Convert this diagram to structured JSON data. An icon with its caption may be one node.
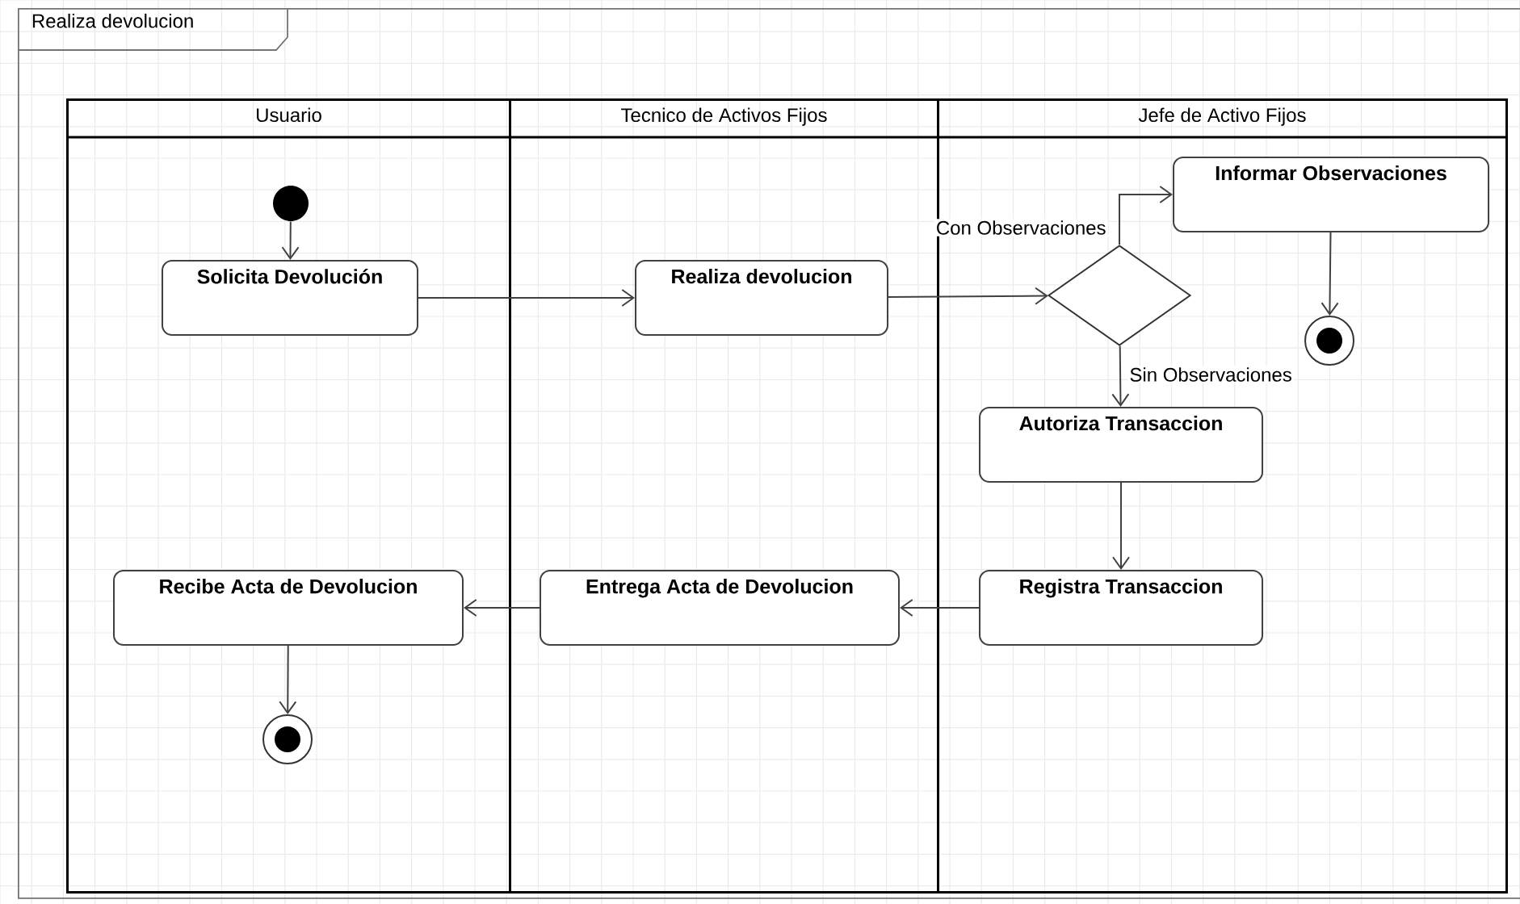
{
  "diagram": {
    "nodes": [
      {
        "text": [
          "Realiza devolucion"
        ]
      },
      {
        "text": [
          "Usuario"
        ],
        "in": 0
      },
      {
        "text": [
          "Tecnico de Activos Fijos"
        ],
        "in": 0
      },
      {
        "text": [
          "Jefe de Activo Fijos"
        ],
        "in": 0
      },
      {
        "text": [],
        "shape": "circle",
        "in": 1
      },
      {
        "text": [
          "Solicita Devolución"
        ],
        "in": 1
      },
      {
        "text": [
          "Realiza devolucion"
        ],
        "in": 2
      },
      {
        "text": [],
        "shape": "diamond",
        "in": 3
      },
      {
        "text": [
          "Informar Observaciones"
        ],
        "in": 3
      },
      {
        "text": [],
        "shape": "circle",
        "in": 3
      },
      {
        "text": [
          "Autoriza Transaccion"
        ],
        "in": 3
      },
      {
        "text": [
          "Registra Transaccion"
        ],
        "in": 3
      },
      {
        "text": [
          "Entrega Acta de Devolucion"
        ],
        "in": 2
      },
      {
        "text": [
          "Recibe Acta de Devolucion"
        ],
        "in": 1
      },
      {
        "text": [],
        "shape": "circle",
        "in": 1
      }
    ],
    "edges": [
      {
        "from": 4,
        "to": 5,
        "arrow": "to"
      },
      {
        "from": 5,
        "to": 6,
        "arrow": "to"
      },
      {
        "from": 6,
        "to": 7,
        "arrow": "to"
      },
      {
        "from": 7,
        "to": 8,
        "arrow": "to",
        "label": "Con Observaciones"
      },
      {
        "from": 8,
        "to": 9,
        "arrow": "to"
      },
      {
        "from": 7,
        "to": 10,
        "arrow": "to",
        "label": "Sin Observaciones"
      },
      {
        "from": 10,
        "to": 11,
        "arrow": "to"
      },
      {
        "from": 11,
        "to": 12,
        "arrow": "to"
      },
      {
        "from": 12,
        "to": 13,
        "arrow": "to"
      },
      {
        "from": 13,
        "to": 14,
        "arrow": "to"
      }
    ]
  }
}
